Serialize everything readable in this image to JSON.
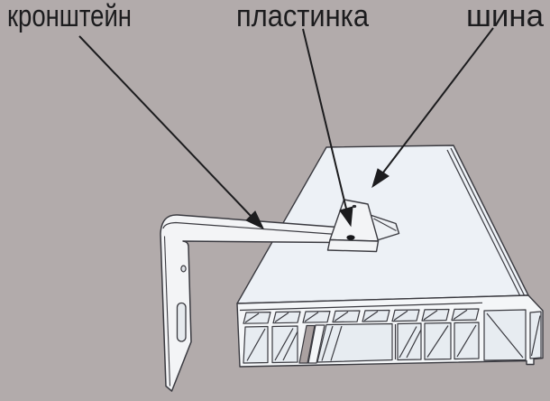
{
  "figure": {
    "type": "technical-illustration",
    "subject": "ceiling curtain rail mounting assembly",
    "labels": {
      "bracket": "кронштейн",
      "plate": "пластинка",
      "rail": "шина"
    },
    "colors": {
      "background": "#b2abab",
      "outline": "#3a3a40",
      "text": "#1c1c1e",
      "rail_surface": "#edf1f6",
      "cross_section_face": "#f4f6f8",
      "chamber_fill": "#e7ecf1",
      "part_fill": "#f3f4f6"
    }
  }
}
